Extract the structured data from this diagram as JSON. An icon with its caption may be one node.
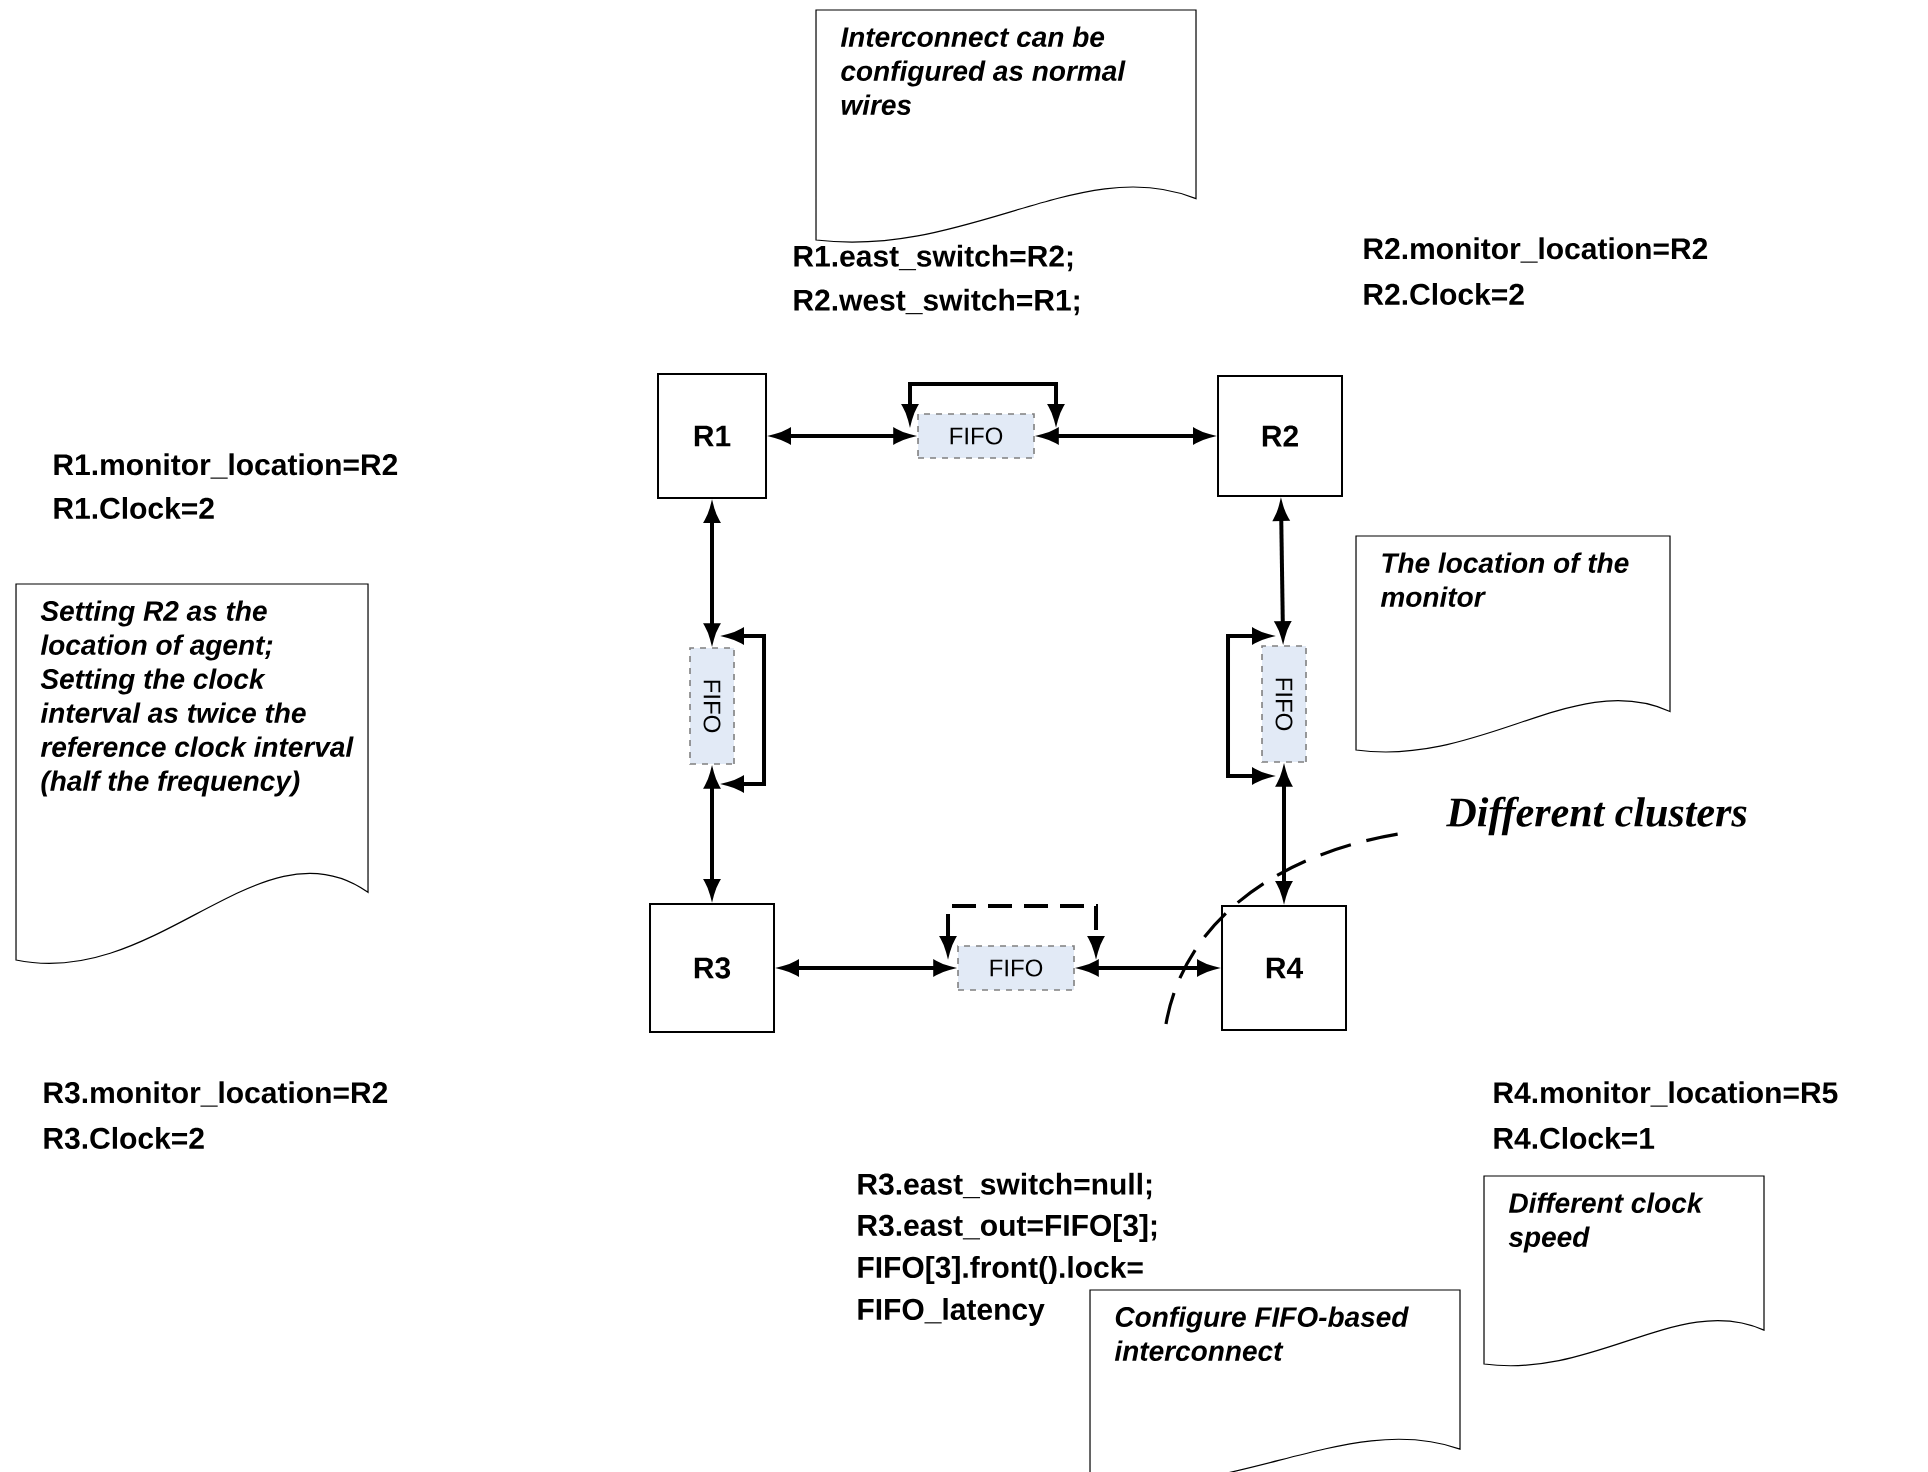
{
  "diagram": {
    "nodes": [
      {
        "text": [
          "R1"
        ]
      },
      {
        "text": [
          "R2"
        ]
      },
      {
        "text": [
          "R3"
        ]
      },
      {
        "text": [
          "R4"
        ]
      },
      {
        "text": [
          "FIFO"
        ]
      },
      {
        "text": [
          "FIFO"
        ]
      },
      {
        "text": [
          "FIFO"
        ]
      },
      {
        "text": [
          "FIFO"
        ]
      },
      {
        "text": [
          "Interconnect can be configured as normal wires"
        ]
      },
      {
        "text": [
          "The location of the monitor"
        ]
      },
      {
        "text": [
          "Setting R2 as the location of agent; Setting the clock interval as twice the reference clock interval (half the frequency)"
        ]
      },
      {
        "text": [
          "Different clock speed"
        ]
      },
      {
        "text": [
          "Configure FIFO-based interconnect"
        ]
      }
    ],
    "edges": [
      {
        "from": 0,
        "to": 4,
        "arrow": "both"
      },
      {
        "from": 4,
        "to": 1,
        "arrow": "both"
      },
      {
        "from": 0,
        "to": 5,
        "arrow": "both"
      },
      {
        "from": 5,
        "to": 2,
        "arrow": "both"
      },
      {
        "from": 1,
        "to": 6,
        "arrow": "both"
      },
      {
        "from": 6,
        "to": 3,
        "arrow": "both"
      },
      {
        "from": 2,
        "to": 7,
        "arrow": "both"
      },
      {
        "from": 7,
        "to": 3,
        "arrow": "both"
      }
    ],
    "labels": [
      "R1.east_switch=R2;",
      "R2.west_switch=R1;",
      "R2.monitor_location=R2",
      "R2.Clock=2",
      "R1.monitor_location=R2",
      "R1.Clock=2",
      "Different clusters",
      "R3.monitor_location=R2",
      "R3.Clock=2",
      "R4.monitor_location=R5",
      "R4.Clock=1",
      "R3.east_switch=null;",
      "R3.east_out=FIFO[3];",
      "FIFO[3].front().lock=",
      "FIFO_latency"
    ]
  }
}
